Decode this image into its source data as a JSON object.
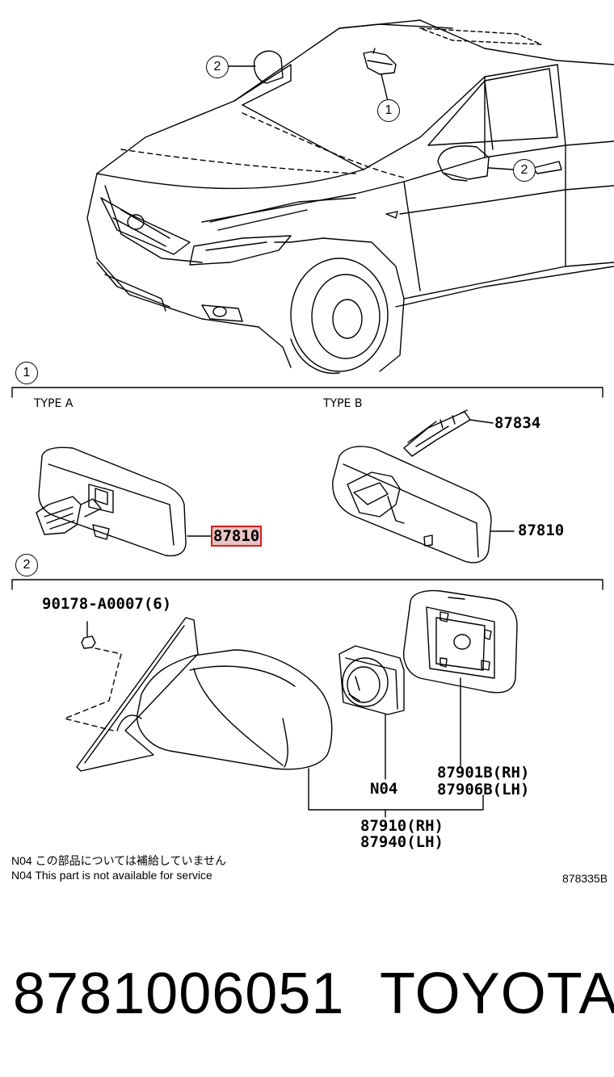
{
  "callouts": {
    "section_1": "1",
    "section_2": "2",
    "car_callout_1": "1",
    "car_callout_2_left": "2",
    "car_callout_2_right": "2"
  },
  "section1": {
    "type_a_label": "TYPE A",
    "type_b_label": "TYPE B",
    "type_a_part": "87810",
    "type_b_part": "87810",
    "type_b_cover_part": "87834"
  },
  "section2": {
    "bolt_part": "90178-A0007(6)",
    "not_serviceable_code": "N04",
    "glass_rh": "87901B(RH)",
    "glass_lh": "87906B(LH)",
    "assembly_rh": "87910(RH)",
    "assembly_lh": "87940(LH)"
  },
  "notes": {
    "jp": "N04 この部品については補給していません",
    "en": "N04 This part is not available for service",
    "figure_code": "878335B"
  },
  "footer": {
    "part_number": "8781006051",
    "brand": "TOYOTA"
  },
  "colors": {
    "highlight_border": "#d42020",
    "highlight_fill": "#e8c4c4"
  }
}
